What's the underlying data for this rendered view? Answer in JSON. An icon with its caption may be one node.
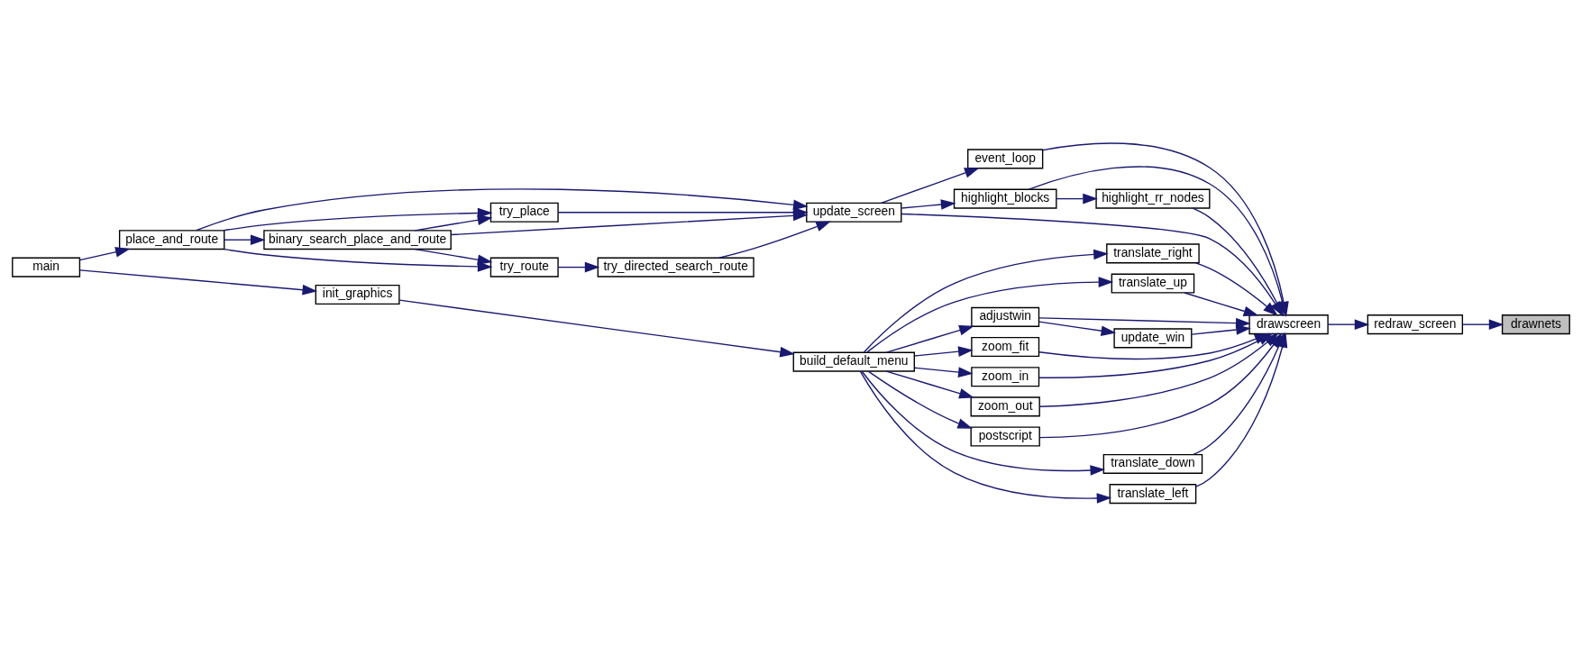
{
  "diagram": {
    "nodes": [
      {
        "text": [
          "drawnets"
        ]
      },
      {
        "text": [
          "redraw_screen"
        ]
      },
      {
        "text": [
          "drawscreen"
        ]
      },
      {
        "text": [
          "event_loop"
        ]
      },
      {
        "text": [
          "highlight_blocks"
        ]
      },
      {
        "text": [
          "highlight_rr_nodes"
        ]
      },
      {
        "text": [
          "update_win"
        ]
      },
      {
        "text": [
          "zoom_fit"
        ]
      },
      {
        "text": [
          "zoom_in"
        ]
      },
      {
        "text": [
          "zoom_out"
        ]
      },
      {
        "text": [
          "postscript"
        ]
      },
      {
        "text": [
          "translate_down"
        ]
      },
      {
        "text": [
          "translate_left"
        ]
      },
      {
        "text": [
          "translate_right"
        ]
      },
      {
        "text": [
          "translate_up"
        ]
      },
      {
        "text": [
          "update_screen"
        ]
      },
      {
        "text": [
          "adjustwin"
        ]
      },
      {
        "text": [
          "build_default_menu"
        ]
      },
      {
        "text": [
          "try_directed_search_route"
        ]
      },
      {
        "text": [
          "try_route"
        ]
      },
      {
        "text": [
          "try_place"
        ]
      },
      {
        "text": [
          "init_graphics"
        ]
      },
      {
        "text": [
          "binary_search_place_and_route"
        ]
      },
      {
        "text": [
          "place_and_route"
        ]
      },
      {
        "text": [
          "main"
        ]
      }
    ],
    "edges": [
      {
        "from": 1,
        "to": 0,
        "arrow": "to"
      },
      {
        "from": 2,
        "to": 1,
        "arrow": "to"
      },
      {
        "from": 3,
        "to": 2,
        "arrow": "to"
      },
      {
        "from": 15,
        "to": 2,
        "arrow": "to"
      },
      {
        "from": 4,
        "to": 2,
        "arrow": "to"
      },
      {
        "from": 5,
        "to": 2,
        "arrow": "to"
      },
      {
        "from": 16,
        "to": 2,
        "arrow": "to"
      },
      {
        "from": 6,
        "to": 2,
        "arrow": "to"
      },
      {
        "from": 7,
        "to": 2,
        "arrow": "to"
      },
      {
        "from": 8,
        "to": 2,
        "arrow": "to"
      },
      {
        "from": 9,
        "to": 2,
        "arrow": "to"
      },
      {
        "from": 10,
        "to": 2,
        "arrow": "to"
      },
      {
        "from": 11,
        "to": 2,
        "arrow": "to"
      },
      {
        "from": 12,
        "to": 2,
        "arrow": "to"
      },
      {
        "from": 13,
        "to": 2,
        "arrow": "to"
      },
      {
        "from": 14,
        "to": 2,
        "arrow": "to"
      },
      {
        "from": 15,
        "to": 3,
        "arrow": "to"
      },
      {
        "from": 15,
        "to": 4,
        "arrow": "to"
      },
      {
        "from": 4,
        "to": 5,
        "arrow": "to"
      },
      {
        "from": 16,
        "to": 6,
        "arrow": "to"
      },
      {
        "from": 17,
        "to": 7,
        "arrow": "to"
      },
      {
        "from": 17,
        "to": 8,
        "arrow": "to"
      },
      {
        "from": 17,
        "to": 9,
        "arrow": "to"
      },
      {
        "from": 17,
        "to": 10,
        "arrow": "to"
      },
      {
        "from": 17,
        "to": 11,
        "arrow": "to"
      },
      {
        "from": 17,
        "to": 12,
        "arrow": "to"
      },
      {
        "from": 17,
        "to": 13,
        "arrow": "to"
      },
      {
        "from": 17,
        "to": 14,
        "arrow": "to"
      },
      {
        "from": 17,
        "to": 16,
        "arrow": "to"
      },
      {
        "from": 18,
        "to": 15,
        "arrow": "to"
      },
      {
        "from": 22,
        "to": 15,
        "arrow": "to"
      },
      {
        "from": 20,
        "to": 15,
        "arrow": "to"
      },
      {
        "from": 23,
        "to": 15,
        "arrow": "to"
      },
      {
        "from": 19,
        "to": 18,
        "arrow": "to"
      },
      {
        "from": 22,
        "to": 19,
        "arrow": "to"
      },
      {
        "from": 23,
        "to": 19,
        "arrow": "to"
      },
      {
        "from": 22,
        "to": 20,
        "arrow": "to"
      },
      {
        "from": 23,
        "to": 20,
        "arrow": "to"
      },
      {
        "from": 23,
        "to": 22,
        "arrow": "to"
      },
      {
        "from": 24,
        "to": 23,
        "arrow": "to"
      },
      {
        "from": 21,
        "to": 17,
        "arrow": "to"
      },
      {
        "from": 24,
        "to": 21,
        "arrow": "to"
      }
    ]
  }
}
